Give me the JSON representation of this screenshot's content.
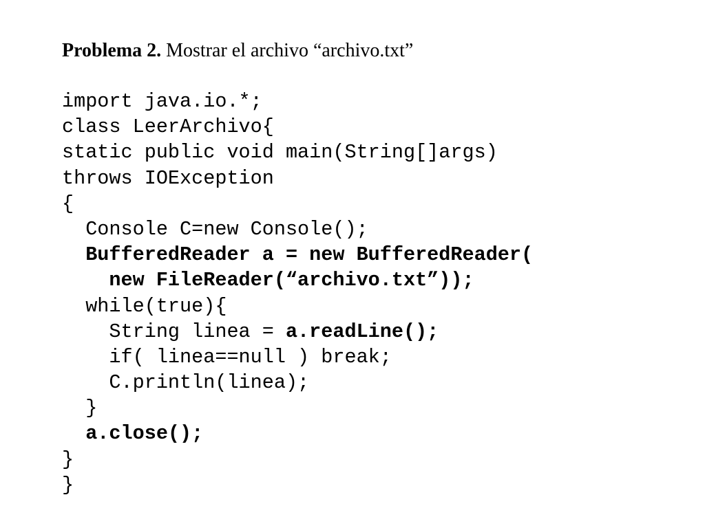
{
  "title": {
    "bold": "Problema 2.",
    "rest": " Mostrar el archivo “archivo.txt”"
  },
  "code": {
    "line1": "import java.io.*;",
    "line2": "class LeerArchivo{",
    "line3": "static public void main(String[]args)",
    "line4": "throws IOException",
    "line5": "{",
    "line6": "  Console C=new Console();",
    "line7": "  BufferedReader a = new BufferedReader(",
    "line8": "    new FileReader(“archivo.txt”));",
    "line9": "  while(true){",
    "line10_a": "    String linea = ",
    "line10_b": "a.readLine();",
    "line11": "    if( linea==null ) break;",
    "line12": "    C.println(linea);",
    "line13": "  }",
    "line14": "  a.close();",
    "line15": "}",
    "line16": "}"
  }
}
